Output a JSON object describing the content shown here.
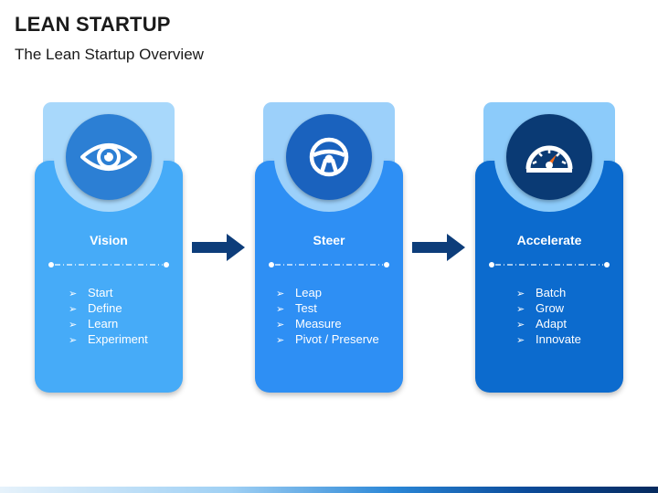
{
  "title": "LEAN STARTUP",
  "subtitle": "The Lean Startup Overview",
  "colors": {
    "card1": "#46abf8",
    "card2": "#2e8ff4",
    "card3": "#0c6bce",
    "arrow": "#0d3d7a"
  },
  "cards": [
    {
      "heading": "Vision",
      "icon": "eye-icon",
      "items": [
        "Start",
        "Define",
        "Learn",
        "Experiment"
      ]
    },
    {
      "heading": "Steer",
      "icon": "steering-wheel-icon",
      "items": [
        "Leap",
        "Test",
        "Measure",
        "Pivot / Preserve"
      ]
    },
    {
      "heading": "Accelerate",
      "icon": "speedometer-icon",
      "items": [
        "Batch",
        "Grow",
        "Adapt",
        "Innovate"
      ]
    }
  ],
  "bullet_glyph": "➢"
}
